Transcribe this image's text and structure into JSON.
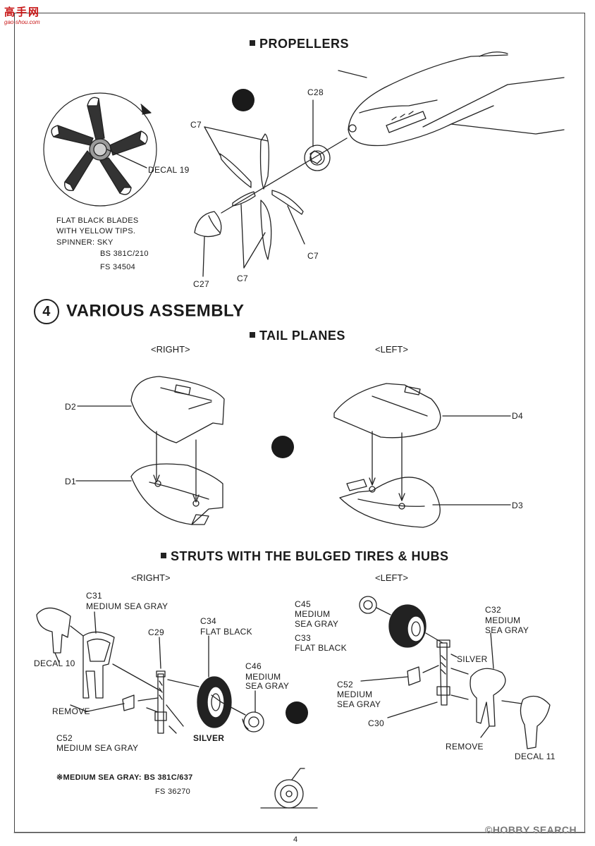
{
  "logo": {
    "brand": "高手网",
    "url": "gao-shou.com"
  },
  "watermark": "©HOBBY SEARCH",
  "page_number": "4",
  "propellers": {
    "heading": "PROPELLERS",
    "labels": {
      "c28": "C28",
      "c7_top": "C7",
      "c7_right": "C7",
      "c7_bottom": "C7",
      "c27": "C27",
      "decal": "DECAL 19"
    },
    "paint_notes": [
      "FLAT BLACK BLADES",
      "WITH YELLOW TIPS.",
      "SPINNER:  SKY",
      "BS 381C/210",
      "FS 34504"
    ]
  },
  "step": {
    "number": "4",
    "title": "VARIOUS ASSEMBLY"
  },
  "tail_planes": {
    "heading": "TAIL PLANES",
    "right_label": "<RIGHT>",
    "left_label": "<LEFT>",
    "parts": {
      "d2": "D2",
      "d1": "D1",
      "d4": "D4",
      "d3": "D3"
    }
  },
  "struts": {
    "heading": "STRUTS WITH THE BULGED TIRES & HUBS",
    "right_label": "<RIGHT>",
    "left_label": "<LEFT>",
    "right_parts": {
      "c31": "C31",
      "c31_color": "MEDIUM SEA GRAY",
      "c29": "C29",
      "c34": "C34",
      "c34_color": "FLAT BLACK",
      "c46": "C46",
      "c46_color_1": "MEDIUM",
      "c46_color_2": "SEA GRAY",
      "decal": "DECAL 10",
      "remove": "REMOVE",
      "c52": "C52",
      "c52_color": "MEDIUM SEA GRAY",
      "silver": "SILVER"
    },
    "left_parts": {
      "c45": "C45",
      "c45_color_1": "MEDIUM",
      "c45_color_2": "SEA GRAY",
      "c33": "C33",
      "c33_color": "FLAT BLACK",
      "c32": "C32",
      "c32_color_1": "MEDIUM",
      "c32_color_2": "SEA GRAY",
      "silver": "SILVER",
      "c52": "C52",
      "c52_color_1": "MEDIUM",
      "c52_color_2": "SEA GRAY",
      "c30": "C30",
      "remove": "REMOVE",
      "decal": "DECAL 11"
    },
    "footnote_1": "※MEDIUM SEA GRAY:  BS 381C/637",
    "footnote_2": "FS 36270"
  }
}
